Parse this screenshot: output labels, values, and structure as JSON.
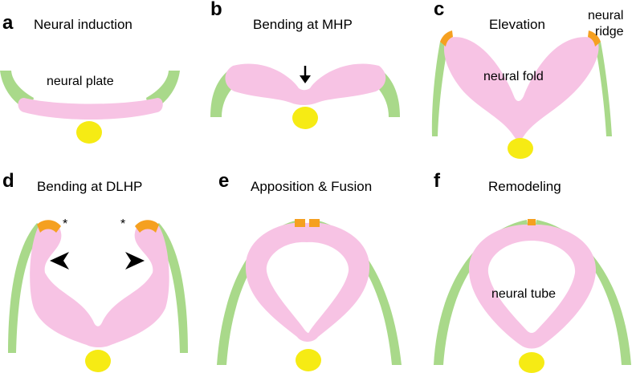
{
  "colors": {
    "ectoderm": "#a9d98a",
    "neural_tissue": "#f7c3e4",
    "notochord": "#f6eb14",
    "neural_crest": "#f5a020",
    "text": "#000000"
  },
  "panels": [
    {
      "letter": "a",
      "title": "Neural induction",
      "labels": [
        "neural plate"
      ]
    },
    {
      "letter": "b",
      "title": "Bending at MHP",
      "labels": []
    },
    {
      "letter": "c",
      "title": "Elevation",
      "labels": [
        "neural fold",
        "neural",
        "ridge"
      ]
    },
    {
      "letter": "d",
      "title": "Bending at DLHP",
      "labels": []
    },
    {
      "letter": "e",
      "title": "Apposition & Fusion",
      "labels": []
    },
    {
      "letter": "f",
      "title": "Remodeling",
      "labels": [
        "neural tube"
      ]
    }
  ],
  "markers": {
    "asterisk": "*"
  }
}
